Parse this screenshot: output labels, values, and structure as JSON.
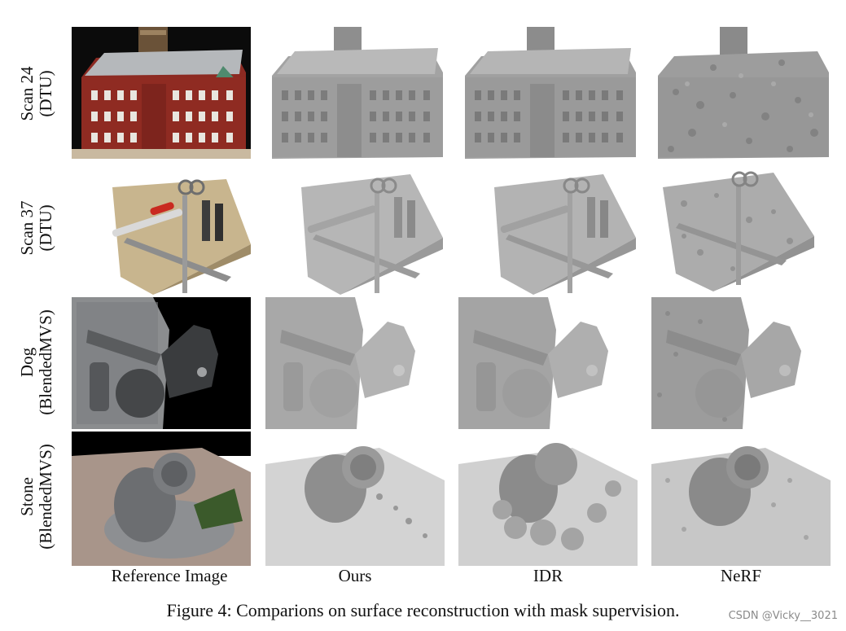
{
  "rows": [
    {
      "line1": "Scan 24",
      "line2": "(DTU)"
    },
    {
      "line1": "Scan 37",
      "line2": "(DTU)"
    },
    {
      "line1": "Dog",
      "line2": "(BlendedMVS)"
    },
    {
      "line1": "Stone",
      "line2": "(BlendedMVS)"
    }
  ],
  "columns": [
    "Reference Image",
    "Ours",
    "IDR",
    "NeRF"
  ],
  "caption": "Figure 4: Comparions on surface reconstruction with mask supervision.",
  "watermark": "CSDN @Vicky__3021",
  "colors": {
    "render_gray": "#9a9a9a",
    "brick_red": "#8c2a22",
    "background": "#ffffff"
  }
}
